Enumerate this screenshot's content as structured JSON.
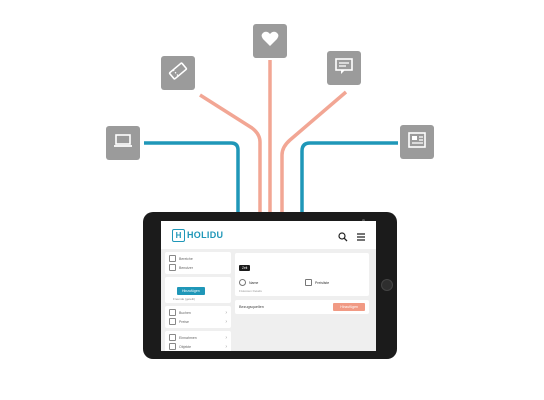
{
  "icons": {
    "laptop": "laptop-icon",
    "ticket": "ticket-icon",
    "heart": "heart-icon",
    "message": "message-icon",
    "newspaper": "newspaper-icon"
  },
  "colors": {
    "tile": "#9b9b9b",
    "teal_line": "#1f97b8",
    "salmon_line": "#f2a694",
    "brand": "#1f97b8",
    "cta": "#f19a84"
  },
  "app": {
    "logo_text": "HOLIDU",
    "logo_letter": "H"
  },
  "sidebar": {
    "items": [
      {
        "label": "Bereiche"
      },
      {
        "label": "Benutzer"
      }
    ],
    "button_label": "Hinzufügen",
    "sub_label": "Freunde (geteilt)",
    "nav": [
      {
        "label": "Buchen"
      },
      {
        "label": "Preise"
      },
      {
        "label": "Einnahmen"
      },
      {
        "label": "Objekte"
      }
    ]
  },
  "main": {
    "tab_tag": "Zeit",
    "field_left": "Name",
    "field_right": "Preisliste",
    "field_sub": "Fixkosten Details",
    "row_label": "Bezugsquellen",
    "cta_label": "Hinzufügen"
  }
}
